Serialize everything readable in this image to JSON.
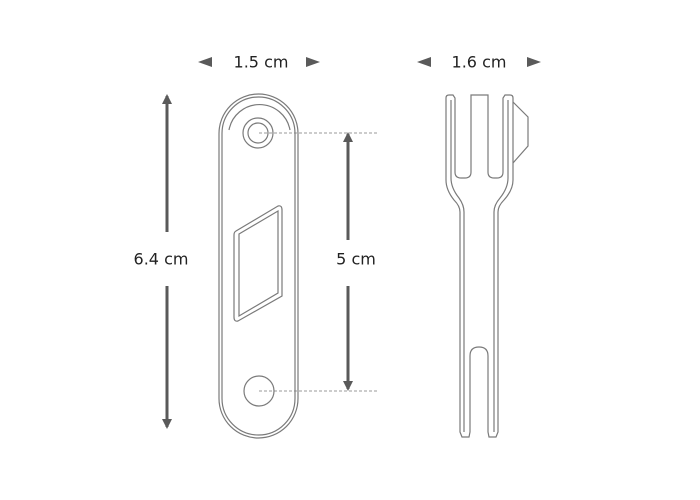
{
  "dimensions": {
    "front_width": "1.5 cm",
    "side_width": "1.6 cm",
    "total_length": "6.4 cm",
    "hole_spacing": "5 cm"
  },
  "colors": {
    "arrow": "#5a5a5a",
    "outline": "#7a7a7a",
    "dashed": "#9a9a9a"
  }
}
